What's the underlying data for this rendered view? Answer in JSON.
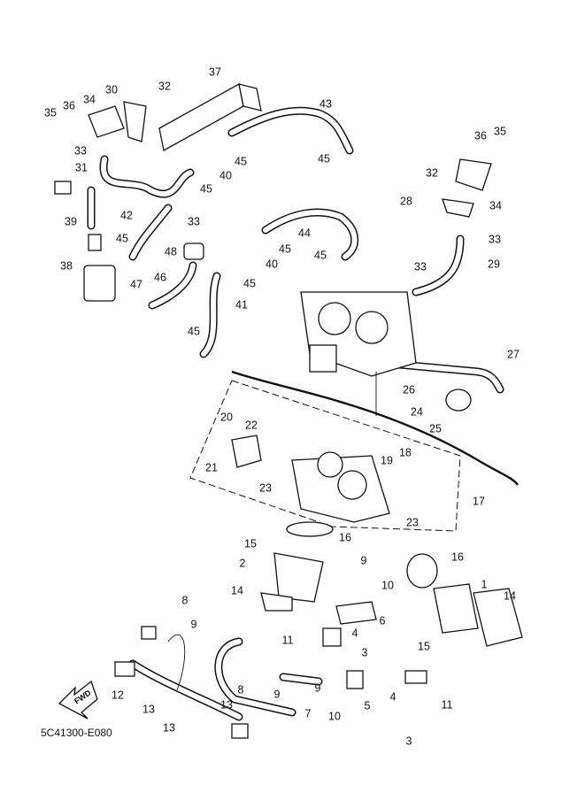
{
  "diagram_code": "5C41300-E080",
  "fwd_label": "FWD",
  "callouts": [
    "37",
    "32",
    "30",
    "36",
    "34",
    "35",
    "43",
    "45",
    "45",
    "36",
    "35",
    "33",
    "31",
    "40",
    "45",
    "32",
    "28",
    "34",
    "33",
    "42",
    "39",
    "44",
    "33",
    "45",
    "48",
    "45",
    "45",
    "40",
    "29",
    "33",
    "38",
    "47",
    "46",
    "45",
    "41",
    "45",
    "27",
    "26",
    "24",
    "25",
    "20",
    "22",
    "21",
    "19",
    "18",
    "23",
    "17",
    "23",
    "15",
    "16",
    "16",
    "2",
    "9",
    "10",
    "14",
    "1",
    "14",
    "8",
    "6",
    "9",
    "4",
    "11",
    "15",
    "3",
    "12",
    "13",
    "13",
    "13",
    "8",
    "9",
    "9",
    "5",
    "4",
    "11",
    "7",
    "10",
    "3"
  ]
}
